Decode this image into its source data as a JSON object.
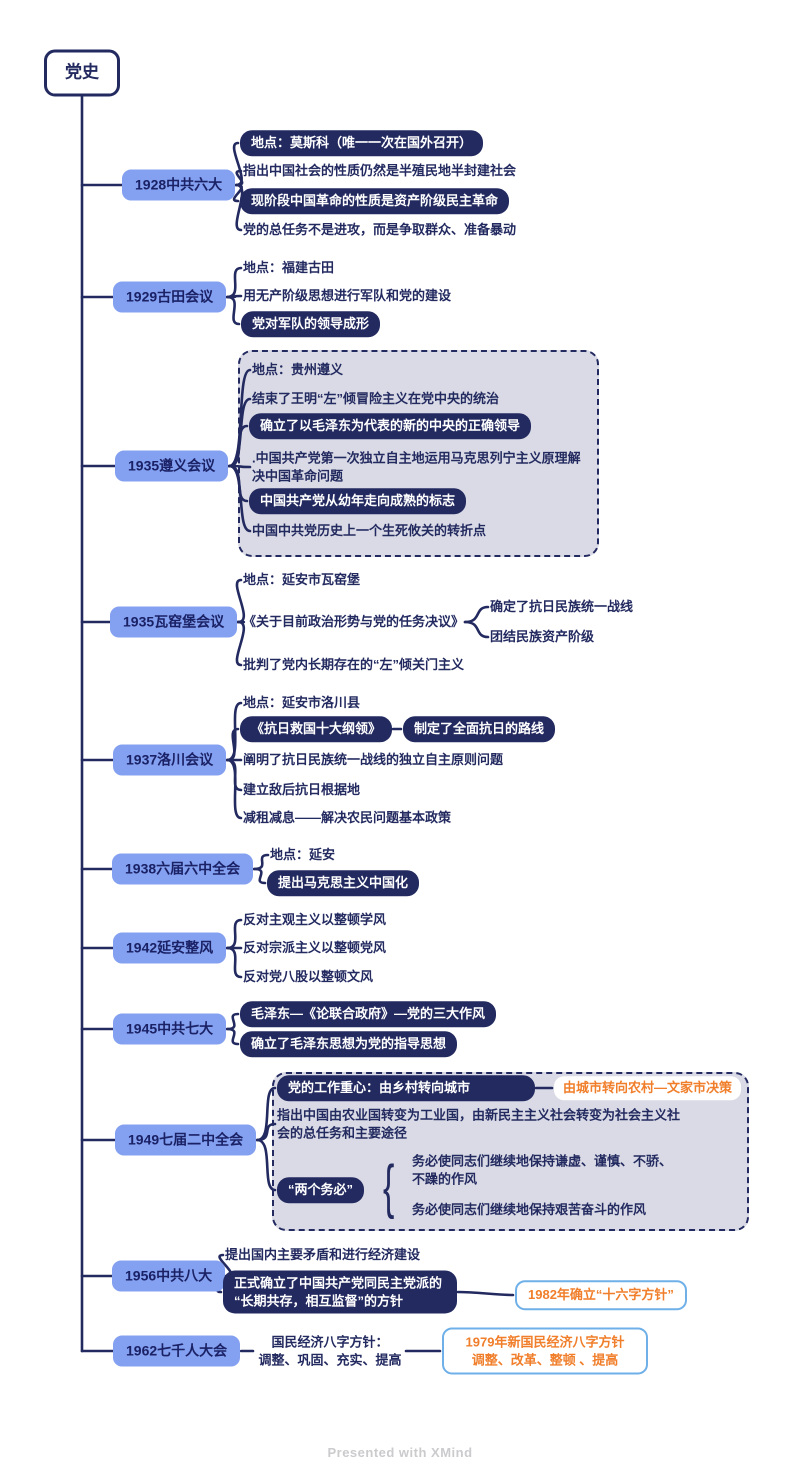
{
  "colors": {
    "navy": "#232A60",
    "branch_blue": "#84A0F0",
    "branch_text": "#1A2165",
    "boundary_fill": "#D9DAE5",
    "orange": "#F07E2A",
    "callout_border": "#6FB0E8",
    "background": "#FFFFFF"
  },
  "root": {
    "label": "党史"
  },
  "footer": {
    "credit": "Presented with XMind"
  },
  "branches": [
    {
      "label": "1928中共六大",
      "children": [
        {
          "text": "地点：莫斯科（唯一一次在国外召开）"
        },
        {
          "text": "指出中国社会的性质仍然是半殖民地半封建社会"
        },
        {
          "text": "现阶段中国革命的性质是资产阶级民主革命"
        },
        {
          "text": "党的总任务不是进攻，而是争取群众、准备暴动"
        }
      ]
    },
    {
      "label": "1929古田会议",
      "children": [
        {
          "text": "地点：福建古田"
        },
        {
          "text": "用无产阶级思想进行军队和党的建设"
        },
        {
          "text": "党对军队的领导成形"
        }
      ]
    },
    {
      "label": "1935遵义会议",
      "children": [
        {
          "text": "地点：贵州遵义"
        },
        {
          "text": "结束了王明“左”倾冒险主义在党中央的统治"
        },
        {
          "text": "确立了以毛泽东为代表的新的中央的正确领导"
        },
        {
          "text": ".中国共产党第一次独立自主地运用马克思列宁主义原理解决中国革命问题"
        },
        {
          "text": "中国共产党从幼年走向成熟的标志"
        },
        {
          "text": "中国中共党历史上一个生死攸关的转折点"
        }
      ]
    },
    {
      "label": "1935瓦窑堡会议",
      "children": [
        {
          "text": "地点：延安市瓦窑堡"
        },
        {
          "text": "《关于目前政治形势与党的任务决议》",
          "children": [
            {
              "text": "确定了抗日民族统一战线"
            },
            {
              "text": "团结民族资产阶级"
            }
          ]
        },
        {
          "text": "批判了党内长期存在的“左”倾关门主义"
        }
      ]
    },
    {
      "label": "1937洛川会议",
      "children": [
        {
          "text": "地点：延安市洛川县"
        },
        {
          "text": "《抗日救国十大纲领》",
          "children": [
            {
              "text": "制定了全面抗日的路线"
            }
          ]
        },
        {
          "text": "阐明了抗日民族统一战线的独立自主原则问题"
        },
        {
          "text": "建立敌后抗日根据地"
        },
        {
          "text": "减租减息——解决农民问题基本政策"
        }
      ]
    },
    {
      "label": "1938六届六中全会",
      "children": [
        {
          "text": "地点：延安"
        },
        {
          "text": "提出马克思主义中国化"
        }
      ]
    },
    {
      "label": "1942延安整风",
      "children": [
        {
          "text": "反对主观主义以整顿学风"
        },
        {
          "text": "反对宗派主义以整顿党风"
        },
        {
          "text": "反对党八股以整顿文风"
        }
      ]
    },
    {
      "label": "1945中共七大",
      "children": [
        {
          "text": "毛泽东—《论联合政府》—党的三大作风"
        },
        {
          "text": "确立了毛泽东思想为党的指导思想"
        }
      ]
    },
    {
      "label": "1949七届二中全会",
      "children": [
        {
          "text": "党的工作重心：由乡村转向城市",
          "children": [
            {
              "text": "由城市转向农村—文家市决策"
            }
          ]
        },
        {
          "text": "指出中国由农业国转变为工业国，由新民主主义社会转变为社会主义社会的总任务和主要途径"
        },
        {
          "text": "“两个务必”",
          "children": [
            {
              "text": "务必使同志们继续地保持谦虚、谨慎、不骄、不躁的作风"
            },
            {
              "text": "务必使同志们继续地保持艰苦奋斗的作风"
            }
          ]
        }
      ]
    },
    {
      "label": "1956中共八大",
      "children": [
        {
          "text": "提出国内主要矛盾和进行经济建设"
        },
        {
          "text": "正式确立了中国共产党同民主党派的\n“长期共存，相互监督”的方针",
          "children": [
            {
              "text": "1982年确立“十六字方针”"
            }
          ]
        }
      ]
    },
    {
      "label": "1962七千人大会",
      "children": [
        {
          "text": "国民经济八字方针：\n调整、巩固、充实、提高",
          "children": [
            {
              "text": "1979年新国民经济八字方针\n调整、改革、整顿 、提高"
            }
          ]
        }
      ]
    }
  ]
}
